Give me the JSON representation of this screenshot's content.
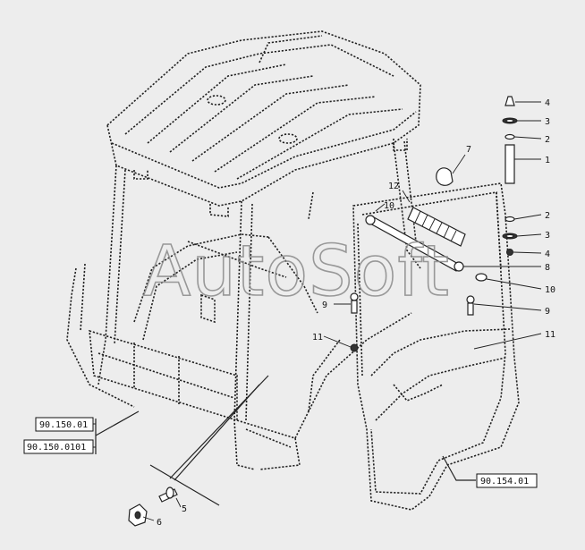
{
  "watermark": "AutoSoft",
  "callouts": {
    "c1": "1",
    "c2a": "2",
    "c2b": "2",
    "c3a": "3",
    "c3b": "3",
    "c4a": "4",
    "c4b": "4",
    "c5": "5",
    "c6": "6",
    "c7": "7",
    "c8": "8",
    "c9a": "9",
    "c9b": "9",
    "c10a": "10",
    "c10b": "10",
    "c11a": "11",
    "c11b": "11",
    "c12": "12"
  },
  "references": {
    "ref1": "90.150.01",
    "ref2": "90.150.0101",
    "ref3": "90.154.01"
  },
  "colors": {
    "line": "#222222",
    "background": "#ededed",
    "watermark": "#8a8a8a"
  }
}
